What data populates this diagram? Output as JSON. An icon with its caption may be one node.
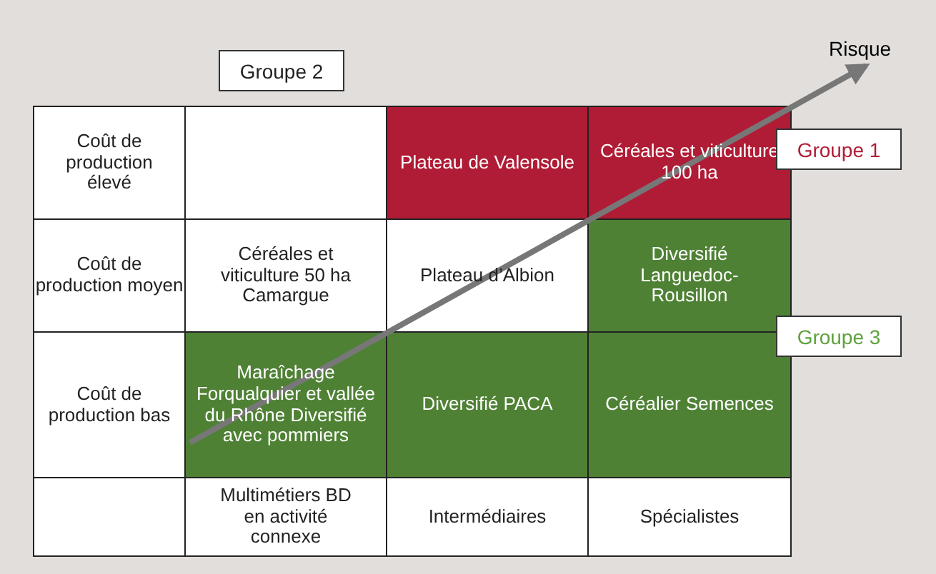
{
  "diagram": {
    "nodes": [
      {
        "text": [
          "Groupe 2"
        ]
      },
      {
        "text": [
          "Groupe 1"
        ]
      },
      {
        "text": [
          "Groupe 3"
        ]
      }
    ],
    "labels": [
      "Risque",
      "Coût de production élevé",
      "Plateau de Valensole",
      "Céréales et viticulture 100 ha",
      "Coût de production moyen",
      "Céréales et viticulture 50 ha Camargue",
      "Plateau d’Albion",
      "Diversifié Languedoc-Rousillon",
      "Coût de production bas",
      "Maraîchage Forqualquier et vallée du Rhône Diversifié avec pommiers",
      "Diversifié PACA",
      "Céréalier Semences",
      "Multimétiers BD en activité connexe",
      "Intermédiaires",
      "Spécialistes"
    ]
  }
}
